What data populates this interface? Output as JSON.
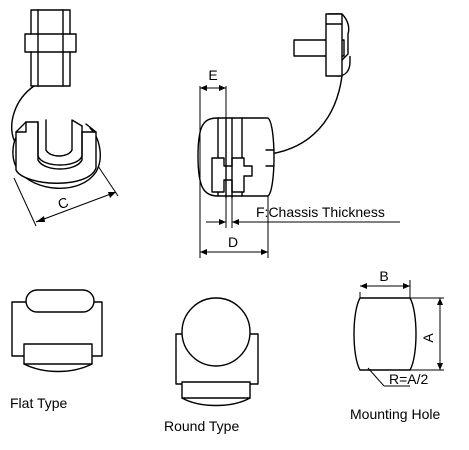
{
  "labels": {
    "c": "C",
    "e": "E",
    "d": "D",
    "f": "F:Chassis Thickness",
    "b": "B",
    "a": "A",
    "r": "R=A/2",
    "flat": "Flat Type",
    "round": "Round Type",
    "mounting": "Mounting Hole"
  }
}
